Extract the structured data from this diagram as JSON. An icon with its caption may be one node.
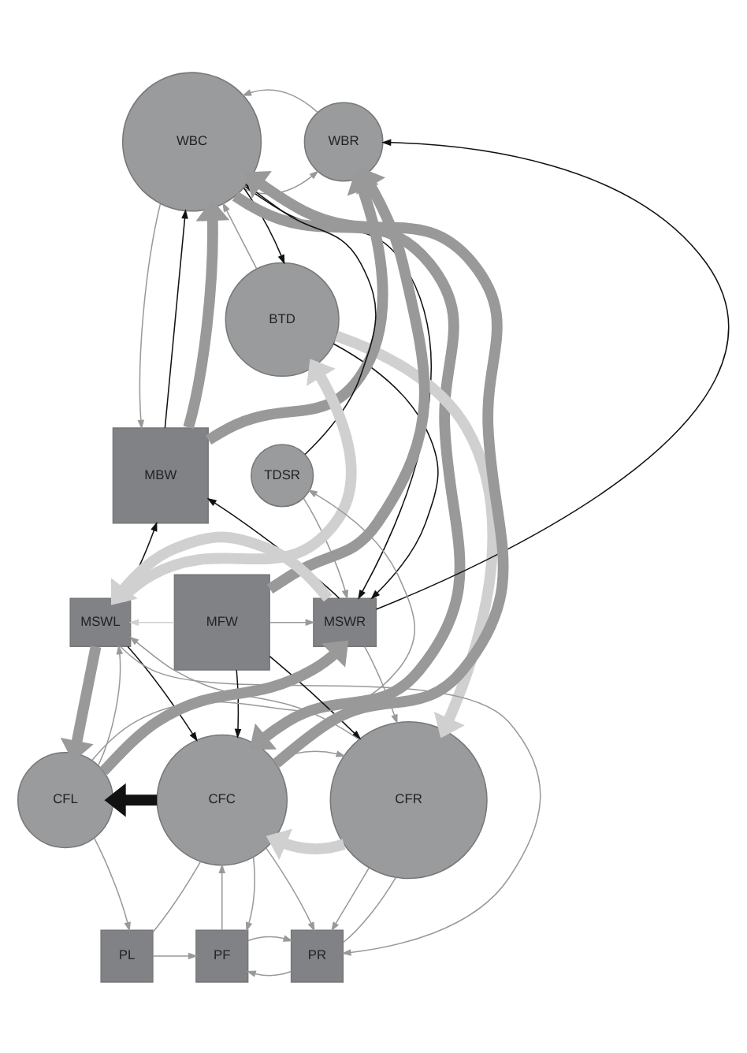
{
  "diagram": {
    "nodes": [
      {
        "text": [
          "WBC"
        ]
      },
      {
        "text": [
          "WBR"
        ]
      },
      {
        "text": [
          "BTD"
        ]
      },
      {
        "text": [
          "MBW"
        ]
      },
      {
        "text": [
          "TDSR"
        ]
      },
      {
        "text": [
          "MSWL"
        ]
      },
      {
        "text": [
          "MFW"
        ]
      },
      {
        "text": [
          "MSWR"
        ]
      },
      {
        "text": [
          "CFL"
        ]
      },
      {
        "text": [
          "CFC"
        ]
      },
      {
        "text": [
          "CFR"
        ]
      },
      {
        "text": [
          "PL"
        ]
      },
      {
        "text": [
          "PF"
        ]
      },
      {
        "text": [
          "PR"
        ]
      }
    ],
    "edges": [
      {
        "from": 0,
        "to": 1,
        "arrow": "to"
      },
      {
        "from": 1,
        "to": 0,
        "arrow": "to"
      },
      {
        "from": 2,
        "to": 0,
        "arrow": "to"
      },
      {
        "from": 0,
        "to": 2,
        "arrow": "to",
        "color": "#111111"
      },
      {
        "from": 4,
        "to": 0,
        "arrow": "to",
        "color": "#111111"
      },
      {
        "from": 3,
        "to": 0,
        "arrow": "to",
        "color": "#111111"
      },
      {
        "from": 0,
        "to": 3,
        "arrow": "to"
      },
      {
        "from": 3,
        "to": 0,
        "arrow": "to",
        "style": "thick"
      },
      {
        "from": 9,
        "to": 0,
        "arrow": "to",
        "style": "thick"
      },
      {
        "from": 0,
        "to": 9,
        "arrow": "to",
        "style": "thick"
      },
      {
        "from": 7,
        "to": 1,
        "arrow": "to",
        "color": "#111111"
      },
      {
        "from": 6,
        "to": 1,
        "arrow": "to",
        "style": "thick"
      },
      {
        "from": 3,
        "to": 1,
        "arrow": "to",
        "style": "thick"
      },
      {
        "from": 2,
        "to": 7,
        "arrow": "to",
        "color": "#111111"
      },
      {
        "from": 0,
        "to": 7,
        "arrow": "to",
        "color": "#111111"
      },
      {
        "from": 5,
        "to": 2,
        "arrow": "to",
        "style": "thick",
        "color": "#d0d0d0"
      },
      {
        "from": 5,
        "to": 3,
        "arrow": "to",
        "color": "#111111"
      },
      {
        "from": 5,
        "to": 9,
        "arrow": "to",
        "color": "#111111"
      },
      {
        "from": 5,
        "to": 8,
        "arrow": "to",
        "style": "thick"
      },
      {
        "from": 8,
        "to": 5,
        "arrow": "to"
      },
      {
        "from": 8,
        "to": 7,
        "arrow": "to",
        "style": "thick"
      },
      {
        "from": 6,
        "to": 10,
        "arrow": "to",
        "color": "#111111"
      },
      {
        "from": 7,
        "to": 3,
        "arrow": "to",
        "color": "#111111"
      },
      {
        "from": 6,
        "to": 7,
        "arrow": "to"
      },
      {
        "from": 7,
        "to": 5,
        "arrow": "to",
        "style": "thick",
        "color": "#d0d0d0"
      },
      {
        "from": 6,
        "to": 9,
        "arrow": "to",
        "color": "#111111"
      },
      {
        "from": 9,
        "to": 8,
        "arrow": "to",
        "style": "thick",
        "color": "#111111"
      },
      {
        "from": 7,
        "to": 10,
        "arrow": "to"
      },
      {
        "from": 10,
        "to": 9,
        "arrow": "to",
        "style": "thick",
        "color": "#d0d0d0"
      },
      {
        "from": 9,
        "to": 10,
        "arrow": "to"
      },
      {
        "from": 8,
        "to": 11,
        "arrow": "to"
      },
      {
        "from": 11,
        "to": 9,
        "arrow": "none"
      },
      {
        "from": 11,
        "to": 12,
        "arrow": "to"
      },
      {
        "from": 13,
        "to": 12,
        "arrow": "to"
      },
      {
        "from": 12,
        "to": 13,
        "arrow": "to"
      },
      {
        "from": 12,
        "to": 9,
        "arrow": "to"
      },
      {
        "from": 9,
        "to": 12,
        "arrow": "to"
      },
      {
        "from": 9,
        "to": 13,
        "arrow": "to"
      },
      {
        "from": 10,
        "to": 13,
        "arrow": "to"
      },
      {
        "from": 13,
        "to": 10,
        "arrow": "none"
      },
      {
        "from": 5,
        "to": 13,
        "arrow": "to"
      },
      {
        "from": 2,
        "to": 10,
        "arrow": "to",
        "style": "thick",
        "color": "#d0d0d0"
      },
      {
        "from": 4,
        "to": 7,
        "arrow": "to"
      },
      {
        "from": 6,
        "to": 5,
        "arrow": "to",
        "color": "#d0d0d0"
      },
      {
        "from": 8,
        "to": 4,
        "arrow": "to"
      },
      {
        "from": 10,
        "to": 5,
        "arrow": "to"
      }
    ]
  }
}
